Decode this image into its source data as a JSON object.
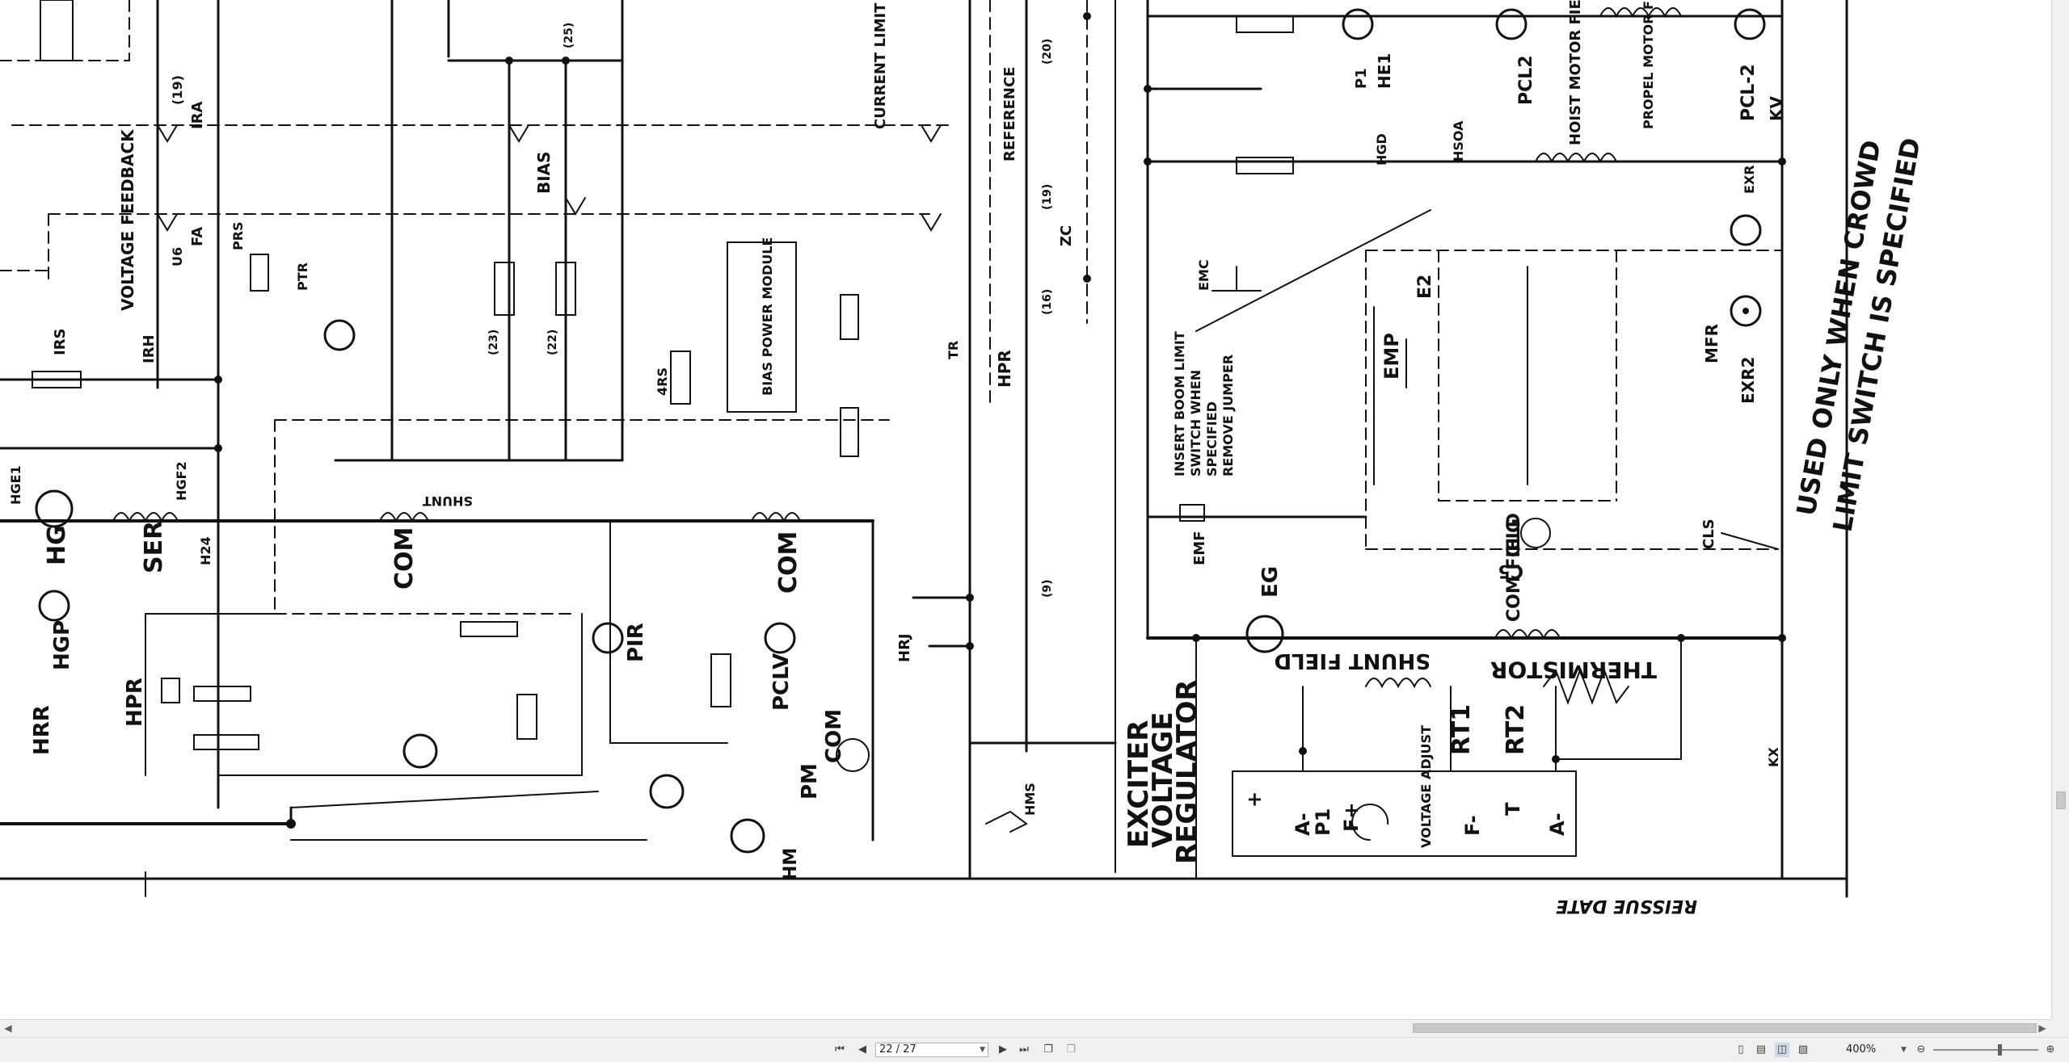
{
  "viewer": {
    "page_indicator": "22 / 27",
    "zoom_level": "400%",
    "zoom_fraction": 0.63
  },
  "icons": {
    "first": "first-page-icon",
    "prev": "prev-page-icon",
    "next": "next-page-icon",
    "last": "last-page-icon"
  },
  "schematic": {
    "labels_left": {
      "voltage_feedback": "VOLTAGE FEEDBACK",
      "irh": "IRH",
      "irs": "IRS",
      "ira": "IRA",
      "fa": "FA",
      "n19": "(19)",
      "u6": "U6",
      "hge1": "HGE1",
      "hgf2": "HGF2",
      "hg": "HG",
      "ser": "SER",
      "hgp": "HGP",
      "hrr": "HRR",
      "h24": "H24",
      "hpr": "HPR",
      "com": "COM"
    },
    "labels_mid": {
      "bias": "BIAS",
      "current_limit": "CURRENT LIMIT",
      "reference": "REFERENCE",
      "bias_power_module": "BIAS POWER MODULE",
      "shunt": "SHUNT",
      "pir": "PIR",
      "pclv": "PCLV",
      "pm": "PM",
      "hm": "HM",
      "com_h32": "COM",
      "mm": "(23)",
      "hpr2": "HPR",
      "hrj": "HRJ",
      "hms": "HMS",
      "n25": "(25)",
      "n22": "(22)",
      "n23": "(23)",
      "n20": "(20)",
      "n16": "(16)",
      "n19b": "(19)",
      "n9": "(9)",
      "zc": "ZC",
      "tr": "TR",
      "prs": "PRS",
      "ars": "4RS",
      "ptr": "PTR"
    },
    "labels_right": {
      "insert_boom_limit": "INSERT BOOM LIMIT",
      "switch_when": "SWITCH WHEN",
      "specified": "SPECIFIED",
      "remove_jumper": "REMOVE JUMPER",
      "exciter": "EXCITER",
      "voltage": "VOLTAGE",
      "regulator": "REGULATOR",
      "shunt_field": "SHUNT FIELD",
      "thermistor": "THERMISTOR",
      "com_field": "COM FIELD",
      "voltage_adjust": "VOLTAGE ADJUST",
      "rt1": "RT1",
      "rt2": "RT2",
      "used_only": "USED ONLY WHEN CROWD",
      "limit_switch": "LIMIT SWITCH IS SPECIFIED",
      "hoist_motor_field": "HOIST MOTOR FIELD",
      "propel_motor_field": "PROPEL MOTOR FIELD",
      "pcl2": "PCL2",
      "pcl2kv": "PCL-2",
      "kv": "KV",
      "p1": "P1",
      "he1": "HE1",
      "hgd": "HGD",
      "hsoa": "HSOA",
      "emc": "EMC",
      "emf": "EMF",
      "eg": "EG",
      "clg": "CLG",
      "cls": "CLS",
      "c5": "C5",
      "emp": "EMP",
      "e2": "E2",
      "exr2": "EXR2",
      "exr": "EXR",
      "mfr": "MFR",
      "plus": "+",
      "a_minus": "A-",
      "p1b": "P1",
      "f_plus": "F+",
      "f_minus": "F-",
      "t": "T",
      "a_minus2": "A-",
      "kx": "KX",
      "reissue": "REISSUE DATE"
    }
  }
}
